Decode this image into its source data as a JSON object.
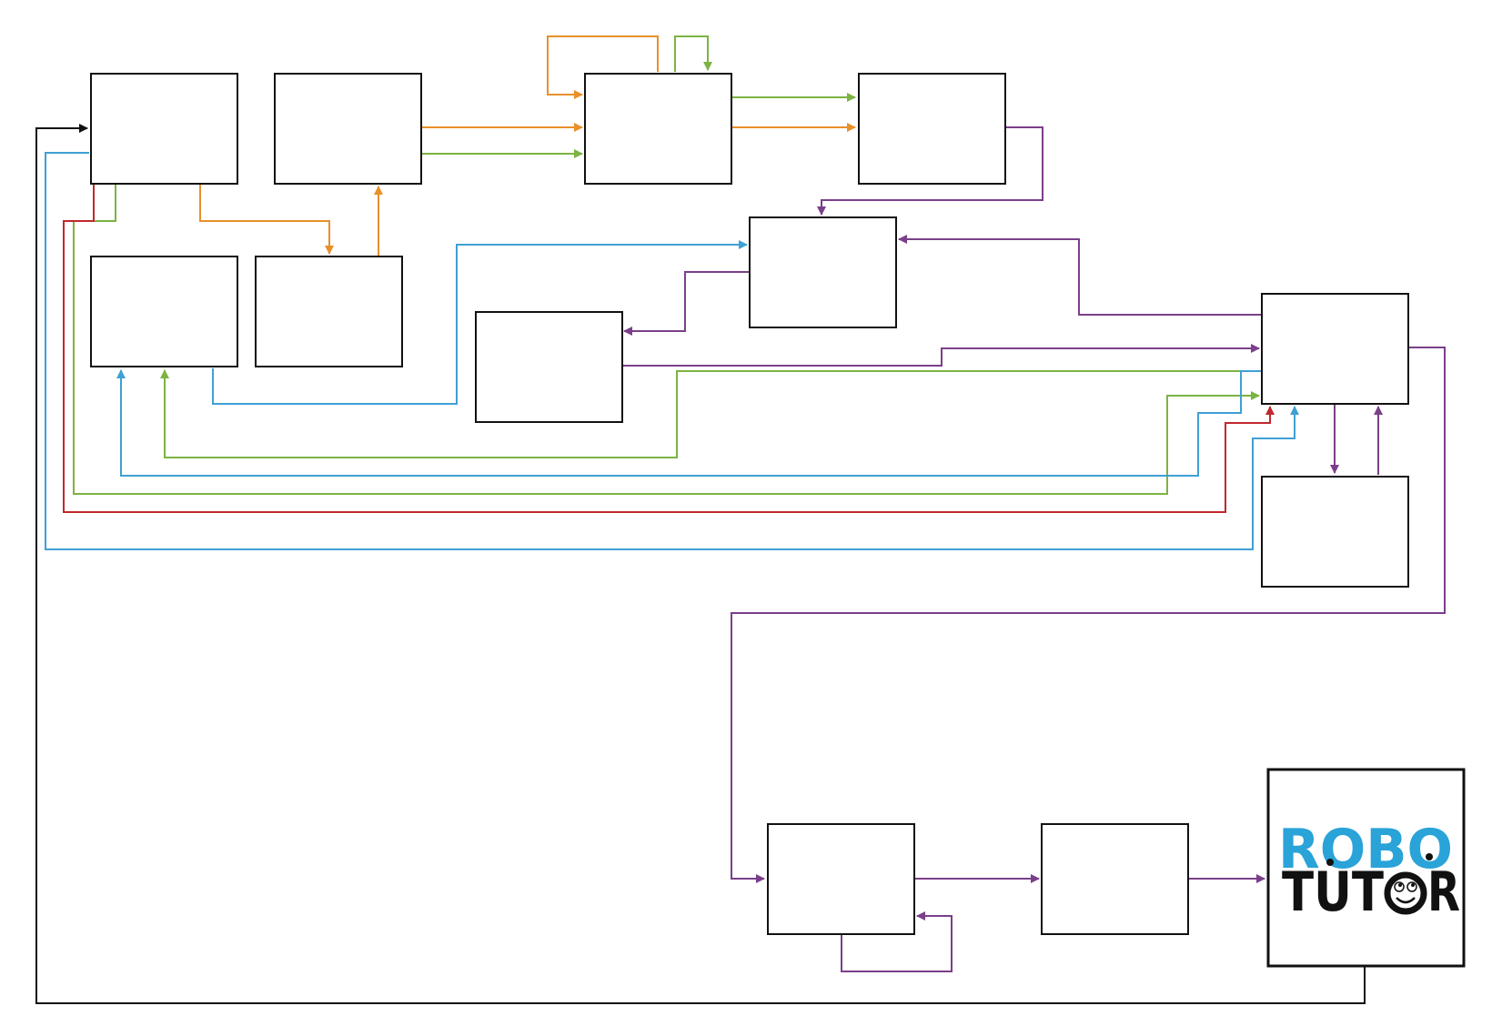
{
  "colors": {
    "orange": "#e8902a",
    "green": "#7cb342",
    "purple": "#7b3f8a",
    "blue": "#3fa0d4",
    "red": "#c0282d",
    "black": "#111111",
    "logo_blue": "#29a3d8",
    "logo_black": "#111111"
  },
  "logo": {
    "line1": "ROBO",
    "line2_part1": "TUT",
    "line2_part2": "R"
  },
  "boxes": [
    {
      "id": "box-1"
    },
    {
      "id": "box-2"
    },
    {
      "id": "box-3"
    },
    {
      "id": "box-4"
    },
    {
      "id": "box-5"
    },
    {
      "id": "box-6"
    },
    {
      "id": "box-7"
    },
    {
      "id": "box-8"
    },
    {
      "id": "box-9"
    },
    {
      "id": "box-10"
    },
    {
      "id": "box-11"
    },
    {
      "id": "box-12"
    },
    {
      "id": "robotutor-logo-box"
    }
  ]
}
